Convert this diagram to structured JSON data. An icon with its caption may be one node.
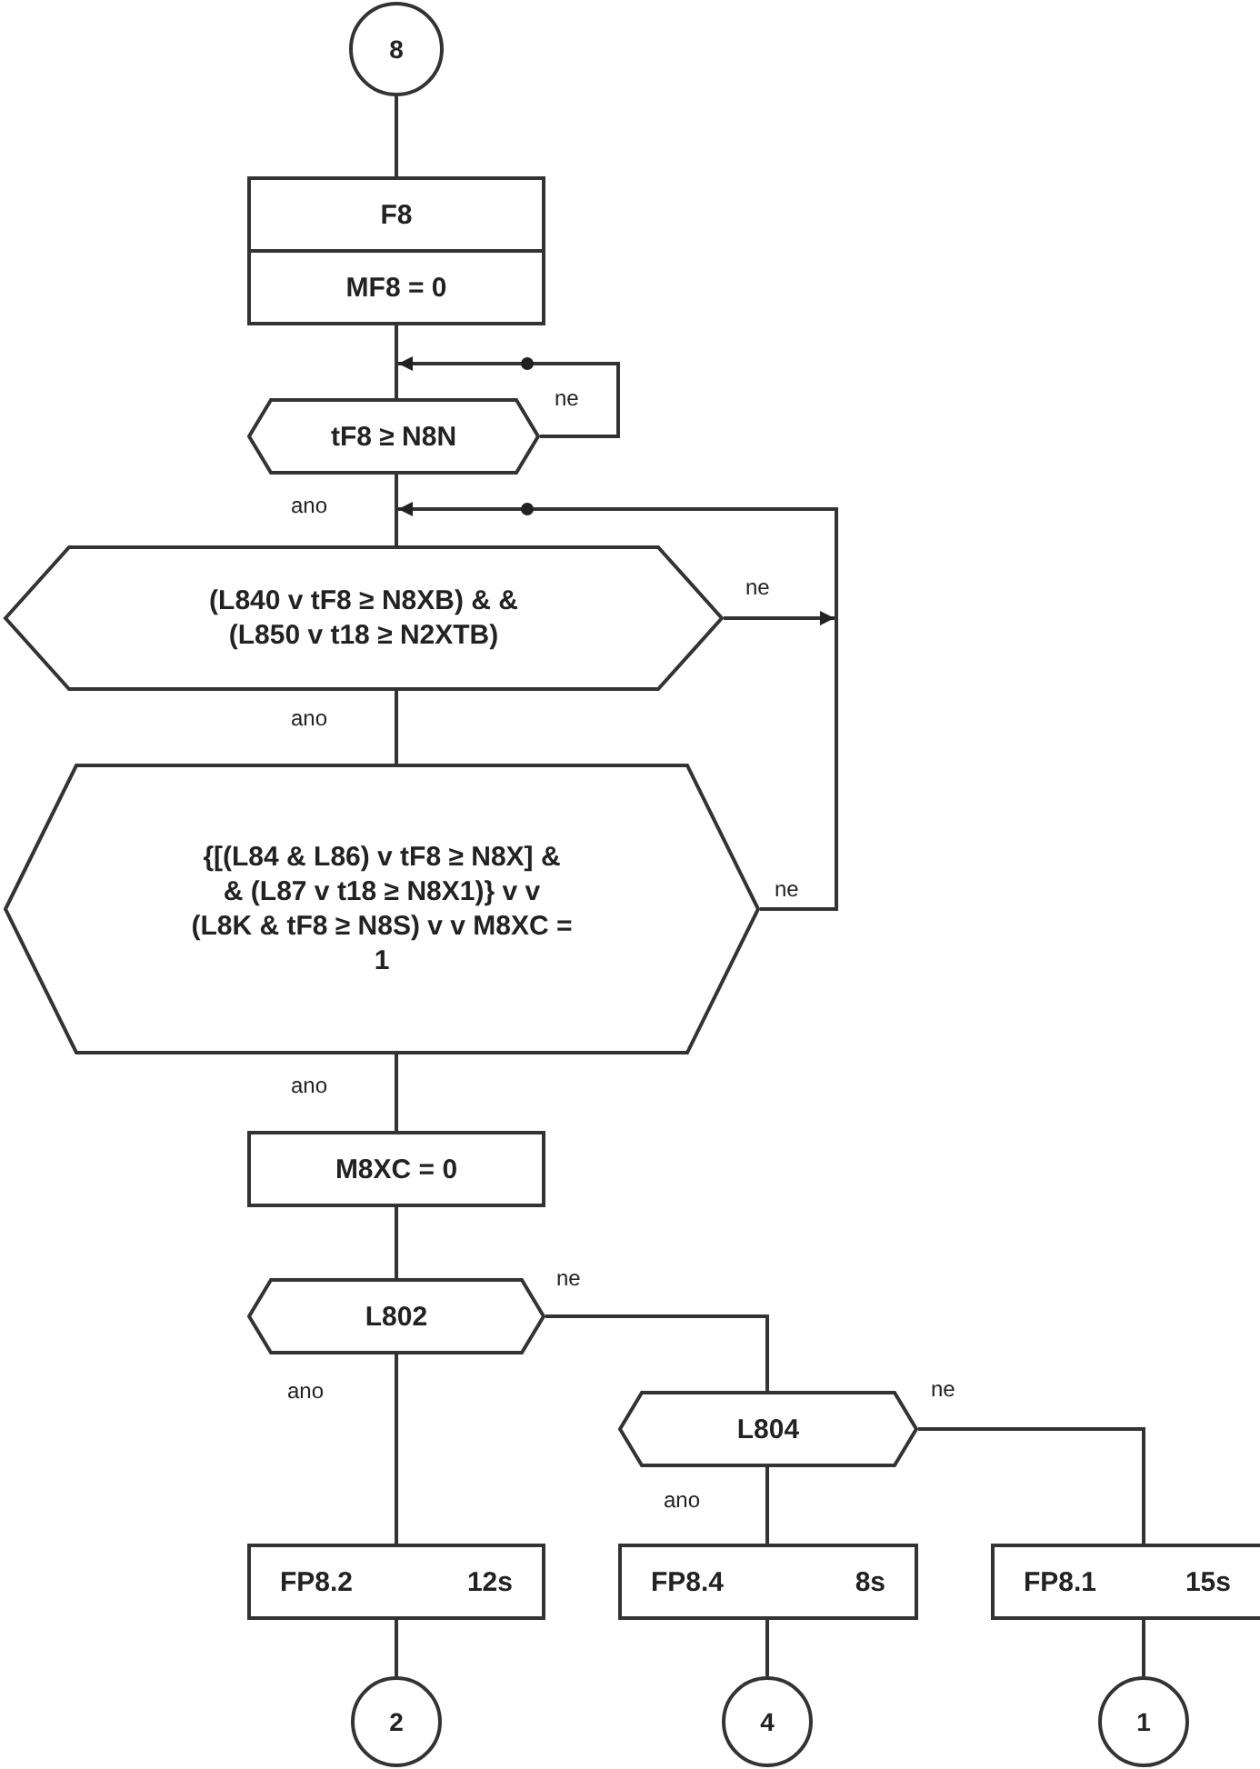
{
  "diagram": {
    "nodes": [
      {
        "text": [
          "8"
        ]
      },
      {
        "text": [
          "F8",
          "MF8 = 0"
        ]
      },
      {
        "text": [
          "tF8 ≥ N8N"
        ]
      },
      {
        "text": [
          "(L840 v tF8 ≥ N8XB) & & (L850 v t18 ≥ N2XTB)"
        ]
      },
      {
        "text": [
          "{[(L84 & L86) v tF8 ≥ N8X] & & (L87 v t18 ≥ N8X1)} v v (L8K & tF8 ≥ N8S) v v M8XC = 1"
        ]
      },
      {
        "text": [
          "M8XC = 0"
        ]
      },
      {
        "text": [
          "L802"
        ]
      },
      {
        "text": [
          "L804"
        ]
      },
      {
        "text": [
          "FP8.2",
          "12s"
        ]
      },
      {
        "text": [
          "FP8.4",
          "8s"
        ]
      },
      {
        "text": [
          "FP8.1",
          "15s"
        ]
      },
      {
        "text": [
          "2"
        ]
      },
      {
        "text": [
          "4"
        ]
      },
      {
        "text": [
          "1"
        ]
      }
    ],
    "edges": [
      {
        "from": 0,
        "to": 1,
        "arrow": "none"
      },
      {
        "from": 1,
        "to": 2,
        "arrow": "none"
      },
      {
        "from": 2,
        "to": 2,
        "arrow": "to",
        "label": "ne"
      },
      {
        "from": 2,
        "to": 3,
        "arrow": "none",
        "label": "ano"
      },
      {
        "from": 3,
        "to": 3,
        "arrow": "to",
        "label": "ne"
      },
      {
        "from": 4,
        "to": 3,
        "arrow": "to",
        "label": "ne"
      },
      {
        "from": 3,
        "to": 4,
        "arrow": "none",
        "label": "ano"
      },
      {
        "from": 4,
        "to": 5,
        "arrow": "none",
        "label": "ano"
      },
      {
        "from": 5,
        "to": 6,
        "arrow": "none"
      },
      {
        "from": 6,
        "to": 8,
        "arrow": "none",
        "label": "ano"
      },
      {
        "from": 6,
        "to": 7,
        "arrow": "none",
        "label": "ne"
      },
      {
        "from": 7,
        "to": 9,
        "arrow": "none",
        "label": "ano"
      },
      {
        "from": 7,
        "to": 10,
        "arrow": "none",
        "label": "ne"
      },
      {
        "from": 8,
        "to": 11,
        "arrow": "none"
      },
      {
        "from": 9,
        "to": 12,
        "arrow": "none"
      },
      {
        "from": 10,
        "to": 13,
        "arrow": "none"
      }
    ]
  }
}
